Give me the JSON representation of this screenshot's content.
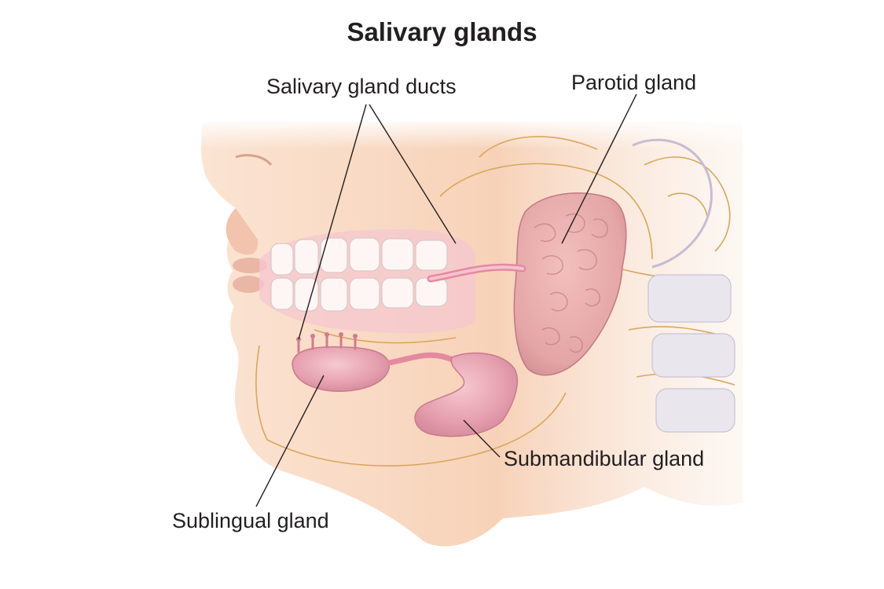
{
  "title": "Salivary glands",
  "labels": {
    "ducts": "Salivary gland ducts",
    "parotid": "Parotid gland",
    "submandibular": "Submandibular gland",
    "sublingual": "Sublingual gland"
  },
  "colors": {
    "skin": "#f6d3b8",
    "gland": "#e7a3b2",
    "gland_dark": "#c97a8c",
    "outline": "#d9a75a",
    "text": "#231f20"
  }
}
